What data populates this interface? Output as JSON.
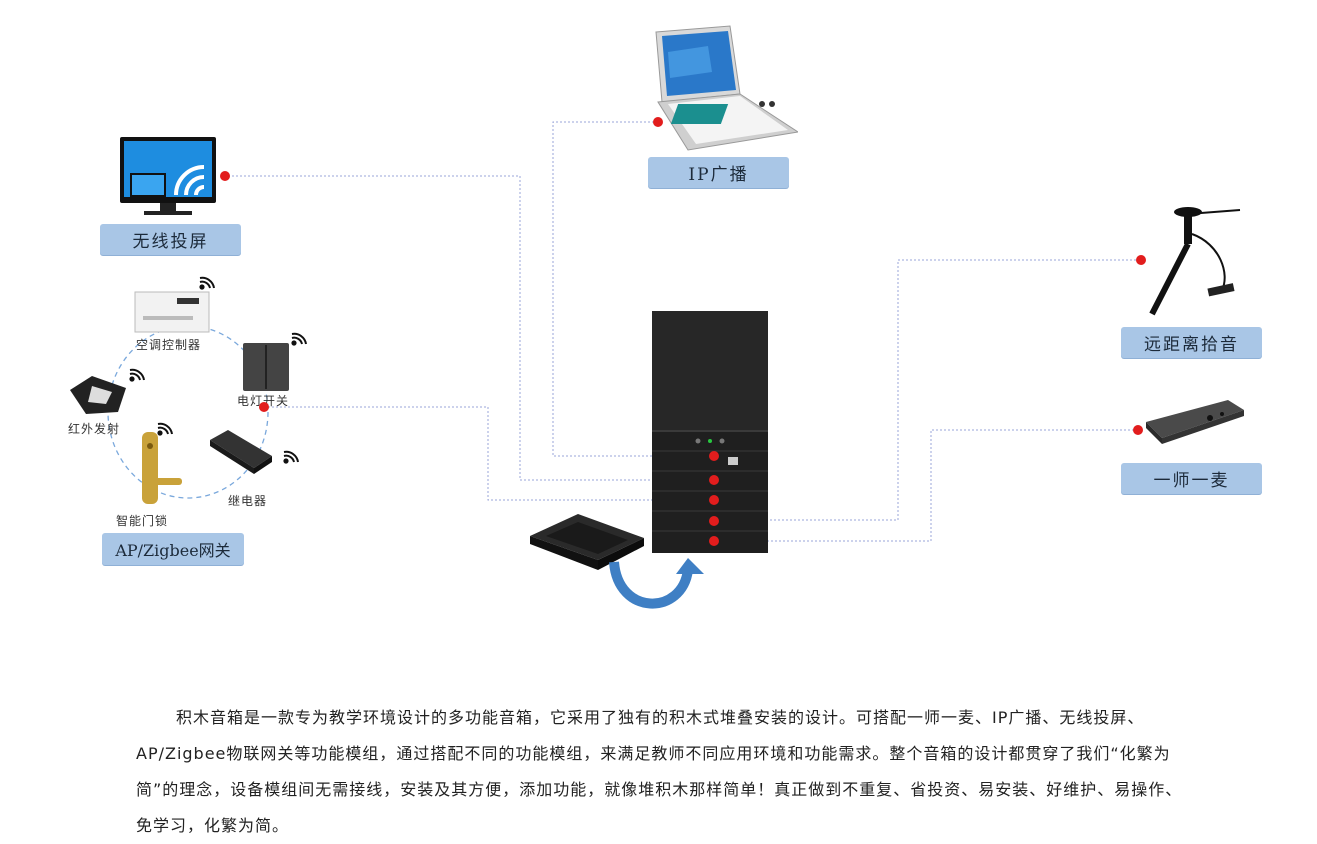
{
  "labels": {
    "ip_broadcast": "IP广播",
    "wireless_projection": "无线投屏",
    "far_field_pickup": "远距离拾音",
    "one_teacher_one_mic": "一师一麦",
    "gateway": "AP/Zigbee网关"
  },
  "gateway_devices": {
    "ac_controller": "空调控制器",
    "light_switch": "电灯开关",
    "ir_emitter": "红外发射",
    "relay": "继电器",
    "smart_lock": "智能门锁"
  },
  "paragraph": "积木音箱是一款专为教学环境设计的多功能音箱，它采用了独有的积木式堆叠安装的设计。可搭配一师一麦、IP广播、无线投屏、AP/Zigbee物联网关等功能模组，通过搭配不同的功能模组，来满足教师不同应用环境和功能需求。整个音箱的设计都贯穿了我们“化繁为简”的理念，设备模组间无需接线，安装及其方便，添加功能，就像堆积木那样简单！真正做到不重复、省投资、易安装、好维护、易操作、免学习，化繁为简。",
  "colors": {
    "label_bg": "#a9c6e6",
    "dot": "#e21d1d",
    "wire": "#9aa6d8",
    "arrow": "#3f7fc4"
  },
  "icons": [
    "monitor-icon",
    "console-icon",
    "speaker-icon",
    "gooseneck-mic-icon",
    "wireless-mic-icon",
    "base-tray-icon",
    "wifi-icon",
    "arrow-icon"
  ]
}
